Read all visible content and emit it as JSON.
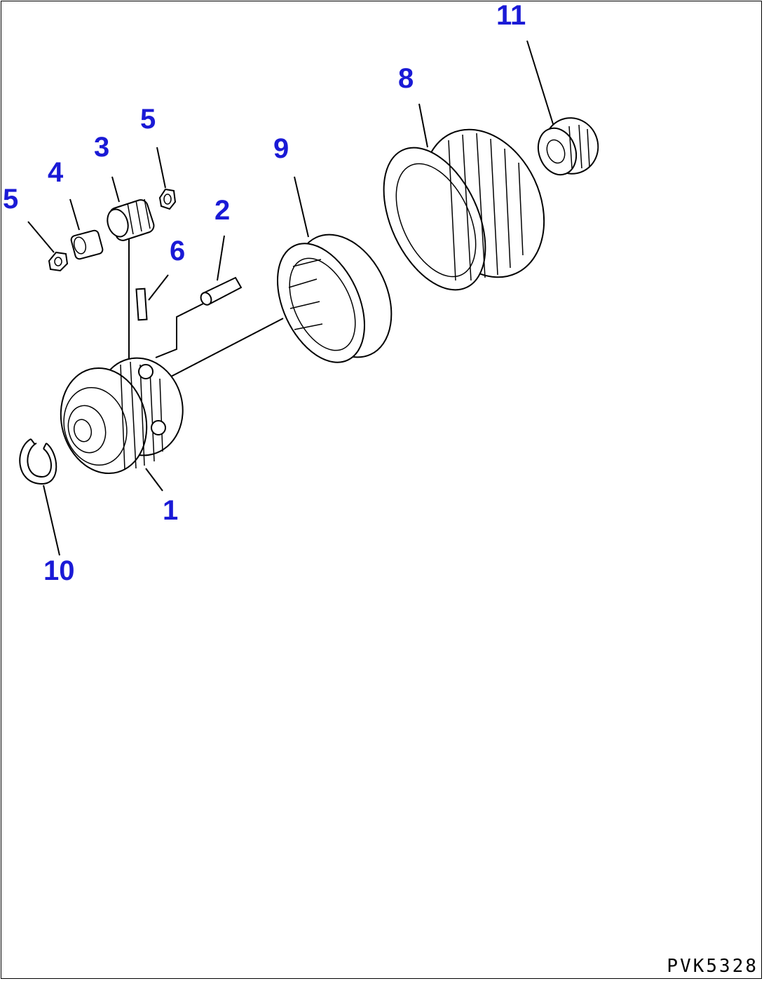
{
  "callouts": {
    "c1": "1",
    "c2": "2",
    "c3": "3",
    "c4": "4",
    "c5a": "5",
    "c5b": "5",
    "c6": "6",
    "c8": "8",
    "c9": "9",
    "c10": "10",
    "c11": "11"
  },
  "drawing_code": "PVK5328",
  "colors": {
    "callout": "#1a1ad6",
    "line": "#000000",
    "background": "#ffffff"
  }
}
